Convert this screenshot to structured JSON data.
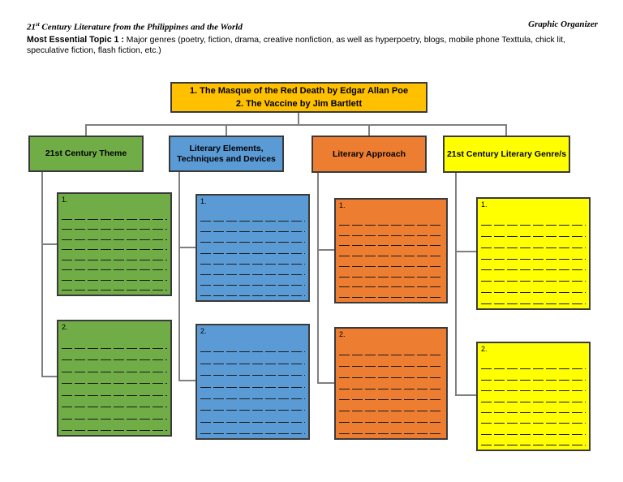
{
  "header": {
    "title_prefix": "21",
    "title_sup": "st",
    "title_rest": " Century Literature from the Philippines and the World",
    "right_label": "Graphic Organizer",
    "topic_label": "Most Essential Topic 1 :",
    "topic_text": " Major genres (poetry, fiction, drama, creative nonfiction, as well as hyperpoetry, blogs, mobile phone Texttula, chick lit, speculative fiction, flash fiction, etc.)"
  },
  "root_box": {
    "lines": [
      "1. The Masque of the Red Death by Edgar Allan Poe",
      "2. The Vaccine by Jim Bartlett"
    ]
  },
  "columns": [
    {
      "id": "theme",
      "header": "21st Century Theme",
      "boxes": [
        {
          "label": "1.",
          "line_count": 8
        },
        {
          "label": "2.",
          "line_count": 8
        }
      ]
    },
    {
      "id": "elements",
      "header": "Literary Elements, Techniques and Devices",
      "boxes": [
        {
          "label": "1.",
          "line_count": 8
        },
        {
          "label": "2.",
          "line_count": 8
        }
      ]
    },
    {
      "id": "approach",
      "header": "Literary Approach",
      "boxes": [
        {
          "label": "1.",
          "line_count": 8
        },
        {
          "label": "2.",
          "line_count": 8
        }
      ]
    },
    {
      "id": "genres",
      "header": "21st Century Literary Genre/s",
      "boxes": [
        {
          "label": "1.",
          "line_count": 8
        },
        {
          "label": "2.",
          "line_count": 8
        }
      ]
    }
  ],
  "colors": {
    "gold": "#FFC000",
    "green": "#70AD47",
    "blue": "#5B9BD5",
    "orange": "#ED7D31",
    "yellow": "#FFFF00",
    "connector": "#7F7F7F",
    "border": "#3A3A3A",
    "write_line": "#1B1B1B"
  }
}
